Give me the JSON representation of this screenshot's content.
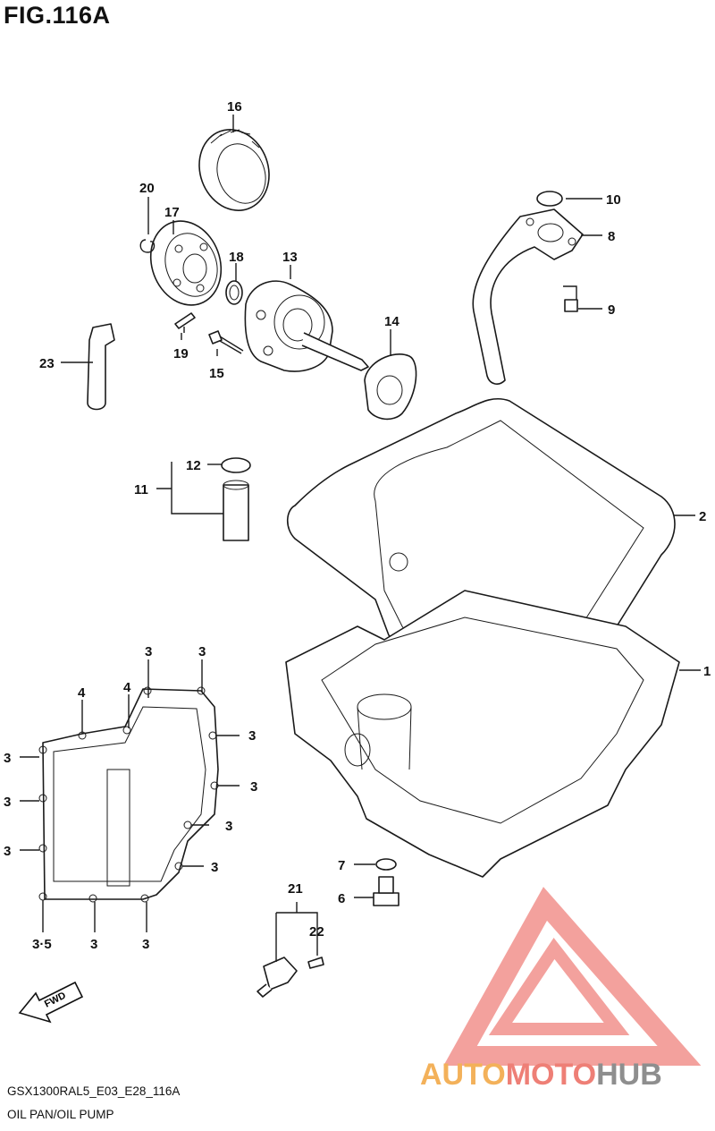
{
  "figure_title": "FIG.116A",
  "diagram_code": "GSX1300RAL5_E03_E28_116A",
  "diagram_name": "OIL PAN/OIL PUMP",
  "fwd_label": "FWD",
  "watermark": {
    "part1": "AUTO",
    "part2": "MOTO",
    "part3": "HUB",
    "colors": {
      "auto": "#f3b15a",
      "moto": "#ee7f76",
      "hub": "#8e8e8e",
      "logo": "#f08a84"
    }
  },
  "callouts": {
    "c1": "1",
    "c2": "2",
    "c3": "3",
    "c35": "3·5",
    "c4": "4",
    "c6": "6",
    "c7": "7",
    "c8": "8",
    "c9": "9",
    "c10": "10",
    "c11": "11",
    "c12": "12",
    "c13": "13",
    "c14": "14",
    "c15": "15",
    "c16": "16",
    "c17": "17",
    "c18": "18",
    "c19": "19",
    "c20": "20",
    "c21": "21",
    "c22": "22",
    "c23": "23"
  }
}
